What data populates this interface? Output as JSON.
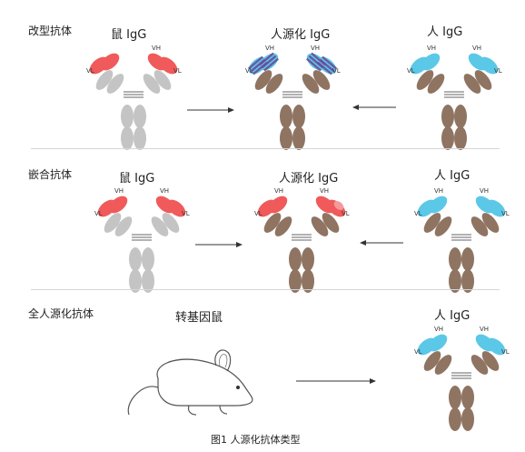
{
  "rows": [
    {
      "label": "改型抗体",
      "titles": [
        "鼠 IgG",
        "人源化 IgG",
        "人 IgG"
      ],
      "antibodies": [
        {
          "type": "mouse",
          "chains": {
            "vh_left": "",
            "vh_right": "VH",
            "vl_left": "VL",
            "vl_right": "VL"
          }
        },
        {
          "type": "reshaped",
          "chains": {
            "vh_left": "VH",
            "vh_right": "VH",
            "vl_left": "VL",
            "vl_right": "VL"
          }
        },
        {
          "type": "human",
          "chains": {
            "vh_left": "VH",
            "vh_right": "VH",
            "vl_left": "VL",
            "vl_right": "VL"
          }
        }
      ]
    },
    {
      "label": "嵌合抗体",
      "titles": [
        "鼠 IgG",
        "人源化 IgG",
        "人 IgG"
      ],
      "antibodies": [
        {
          "type": "mouse",
          "chains": {
            "vh_left": "VH",
            "vh_right": "VH",
            "vl_left": "VL",
            "vl_right": "VL"
          }
        },
        {
          "type": "chimeric",
          "chains": {
            "vh_left": "VH",
            "vh_right": "VH",
            "vl_left": "VL",
            "vl_right": "VL"
          }
        },
        {
          "type": "human",
          "chains": {
            "vh_left": "VH",
            "vh_right": "VH",
            "vl_left": "VL",
            "vl_right": "VL"
          }
        }
      ]
    },
    {
      "label": "全人源化抗体",
      "titles": [
        "转基因鼠",
        "人 IgG"
      ],
      "antibodies": [
        {
          "type": "human",
          "chains": {
            "vh_left": "VH",
            "vh_right": "VH",
            "vl_left": "VL",
            "vl_right": "VL"
          }
        }
      ]
    }
  ],
  "caption": "图1 人源化抗体类型",
  "colors": {
    "mouse_constant": "#c4c4c4",
    "mouse_variable": "#f05a5a",
    "human_constant": "#8f7462",
    "human_variable": "#5bc8e8",
    "cdr_stripe": "#6b4a9a",
    "hinge": "#666666",
    "arrow": "#333333"
  }
}
